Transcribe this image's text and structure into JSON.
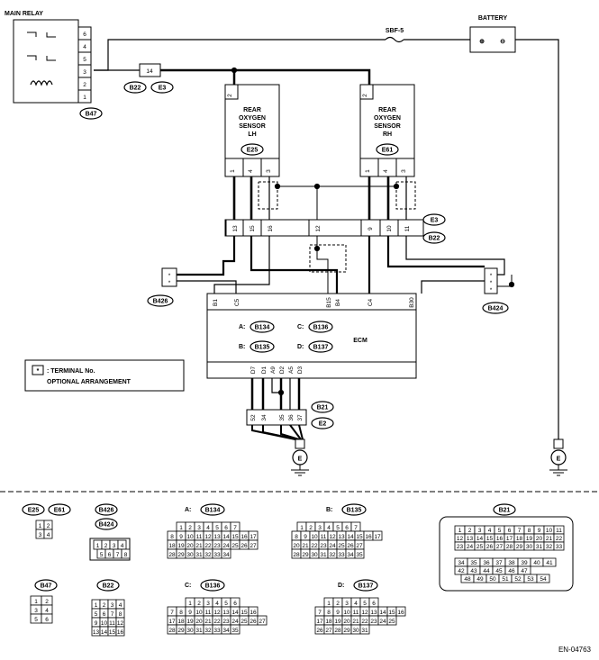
{
  "main_relay": {
    "title": "MAIN RELAY",
    "pins": [
      "6",
      "4",
      "5",
      "3",
      "2",
      "1"
    ],
    "tag": "B47"
  },
  "battery": {
    "title": "BATTERY",
    "plus": "+",
    "minus": "−"
  },
  "fuse": {
    "label": "SBF-5"
  },
  "joint": {
    "pin": "14",
    "tags": [
      "B22",
      "E3"
    ]
  },
  "sensor_lh": {
    "lines": [
      "REAR",
      "OXYGEN",
      "SENSOR",
      "LH"
    ],
    "tag": "E25",
    "top_pin": "2",
    "bottom_pins": [
      "1",
      "4",
      "3"
    ]
  },
  "sensor_rh": {
    "lines": [
      "REAR",
      "OXYGEN",
      "SENSOR",
      "RH"
    ],
    "tag": "E61",
    "top_pin": "2",
    "bottom_pins": [
      "1",
      "4",
      "3"
    ]
  },
  "connector_e3": {
    "pins": [
      "13",
      "15",
      "16",
      "12",
      "9",
      "10",
      "11"
    ],
    "tags": [
      "E3",
      "B22"
    ]
  },
  "b426": {
    "tag": "B426",
    "pins": [
      "*",
      "*"
    ]
  },
  "b424": {
    "tag": "B424",
    "pins": [
      "*",
      "*",
      "*"
    ]
  },
  "ecm": {
    "title": "ECM",
    "top_pins": [
      "B1",
      "C5",
      "B15",
      "B4",
      "C4",
      "B30"
    ],
    "bottom_pins": [
      "D7",
      "D1",
      "A9",
      "D2",
      "A5",
      "D3"
    ],
    "legend": [
      {
        "key": "A:",
        "tag": "B134"
      },
      {
        "key": "C:",
        "tag": "B136"
      },
      {
        "key": "B:",
        "tag": "B135"
      },
      {
        "key": "D:",
        "tag": "B137"
      }
    ]
  },
  "b21_block": {
    "pins": [
      "52",
      "34",
      "35",
      "36",
      "37"
    ],
    "tags": [
      "B21",
      "E2"
    ]
  },
  "ground": {
    "symbol": "E"
  },
  "note": {
    "star": "*",
    "text1": ": TERMINAL No.",
    "text2": "OPTIONAL ARRANGEMENT"
  },
  "connectors": {
    "c_e25": "E25",
    "c_e61": "E61",
    "c_e25_rows": [
      [
        "1",
        "2"
      ],
      [
        "3",
        "4"
      ]
    ],
    "c_b426": "B426",
    "c_b424": "B424",
    "c_b424_rows": [
      [
        "1",
        "2",
        "3",
        "4"
      ],
      [
        "5",
        "6",
        "7",
        "8"
      ]
    ],
    "c_b134": {
      "key": "A:",
      "tag": "B134",
      "rows": [
        [
          "1",
          "2",
          "3",
          "4",
          "5",
          "6",
          "7"
        ],
        [
          "8",
          "9",
          "10",
          "11",
          "12",
          "13",
          "14",
          "15",
          "16",
          "17"
        ],
        [
          "18",
          "19",
          "20",
          "21",
          "22",
          "23",
          "24",
          "25",
          "26",
          "27"
        ],
        [
          "28",
          "29",
          "30",
          "31",
          "32",
          "33",
          "34"
        ]
      ]
    },
    "c_b135": {
      "key": "B:",
      "tag": "B135",
      "rows": [
        [
          "1",
          "2",
          "3",
          "4",
          "5",
          "6",
          "7"
        ],
        [
          "8",
          "9",
          "10",
          "11",
          "12",
          "13",
          "14",
          "15",
          "16",
          "17"
        ],
        [
          "20",
          "21",
          "22",
          "23",
          "24",
          "25",
          "26",
          "27"
        ],
        [
          "28",
          "29",
          "30",
          "31",
          "32",
          "33",
          "34",
          "35"
        ]
      ]
    },
    "c_b21": {
      "tag": "B21",
      "rows": [
        [
          "1",
          "2",
          "3",
          "4",
          "5",
          "6",
          "7",
          "8",
          "9",
          "10",
          "11"
        ],
        [
          "12",
          "13",
          "14",
          "15",
          "16",
          "17",
          "18",
          "19",
          "20",
          "21",
          "22"
        ],
        [
          "23",
          "24",
          "25",
          "26",
          "27",
          "28",
          "29",
          "30",
          "31",
          "32",
          "33"
        ],
        [
          "34",
          "35",
          "36",
          "37",
          "38",
          "39",
          "40",
          "41"
        ],
        [
          "42",
          "43",
          "44",
          "45",
          "46",
          "47"
        ],
        [
          "48",
          "49",
          "50",
          "51",
          "52",
          "53",
          "54"
        ]
      ]
    },
    "c_b47": {
      "tag": "B47",
      "rows": [
        [
          "1",
          "2"
        ],
        [
          "3",
          "4"
        ],
        [
          "5",
          "6"
        ]
      ]
    },
    "c_b22": {
      "tag": "B22",
      "rows": [
        [
          "1",
          "2",
          "3",
          "4"
        ],
        [
          "5",
          "6",
          "7",
          "8"
        ],
        [
          "9",
          "10",
          "11",
          "12"
        ],
        [
          "13",
          "14",
          "15",
          "16"
        ]
      ]
    },
    "c_b136": {
      "key": "C:",
      "tag": "B136",
      "rows": [
        [
          "1",
          "2",
          "3",
          "4",
          "5",
          "6"
        ],
        [
          "7",
          "8",
          "9",
          "10",
          "11",
          "12",
          "13",
          "14",
          "15",
          "16"
        ],
        [
          "17",
          "18",
          "19",
          "20",
          "21",
          "22",
          "23",
          "24",
          "25",
          "26",
          "27"
        ],
        [
          "28",
          "29",
          "30",
          "31",
          "32",
          "33",
          "34",
          "35"
        ]
      ]
    },
    "c_b137": {
      "key": "D:",
      "tag": "B137",
      "rows": [
        [
          "1",
          "2",
          "3",
          "4",
          "5",
          "6"
        ],
        [
          "7",
          "8",
          "9",
          "10",
          "11",
          "12",
          "13",
          "14",
          "15",
          "16"
        ],
        [
          "17",
          "18",
          "19",
          "20",
          "21",
          "22",
          "23",
          "24",
          "25"
        ],
        [
          "26",
          "27",
          "28",
          "29",
          "30",
          "31"
        ]
      ]
    }
  },
  "figure_id": "EN-04763"
}
